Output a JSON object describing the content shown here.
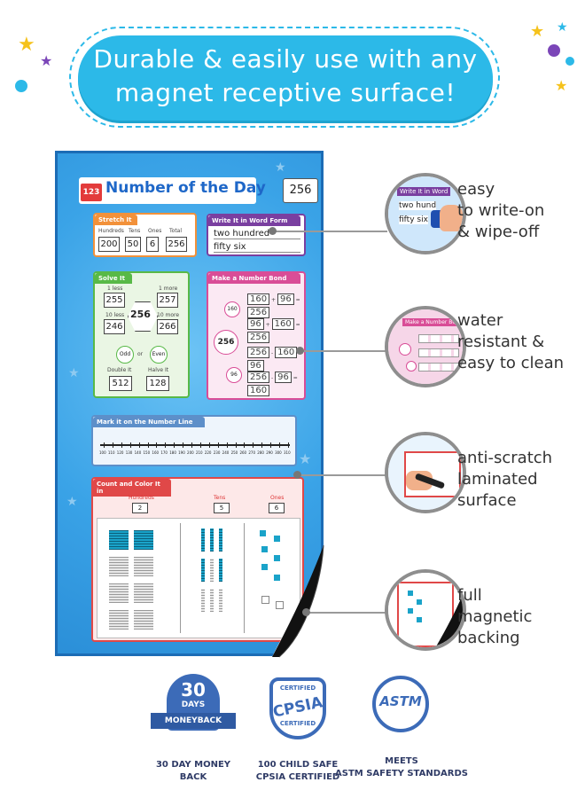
{
  "banner": {
    "line1": "Durable & easily use with any",
    "line2": "magnet receptive surface!"
  },
  "poster": {
    "badge": "123",
    "title": "Number of the Day",
    "number": "256",
    "stretch": {
      "header": "Stretch It",
      "cols": [
        "Hundreds",
        "Tens",
        "Ones",
        "Total"
      ],
      "values": [
        "200",
        "50",
        "6",
        "256"
      ]
    },
    "word_form": {
      "header": "Write It in Word Form",
      "line1": "two hundred",
      "line2": "fifty six"
    },
    "solve": {
      "header": "Solve It",
      "one_less": "1 less",
      "one_more": "1 more",
      "ten_less": "10 less",
      "ten_more": "10 more",
      "v1": "255",
      "v2": "257",
      "v3": "246",
      "v4": "266",
      "center": "256",
      "odd": "Odd",
      "or": "or",
      "even": "Even",
      "double_label": "Double It",
      "halve_label": "Halve It",
      "double": "512",
      "halve": "128"
    },
    "bond": {
      "header": "Make a Number Bond",
      "center": "256",
      "n160": "160",
      "n96": "96",
      "rows": [
        [
          "160",
          "+",
          "96",
          "=",
          "256"
        ],
        [
          "96",
          "+",
          "160",
          "=",
          "256"
        ],
        [
          "256",
          "-",
          "160",
          "=",
          "96"
        ],
        [
          "256",
          "-",
          "96",
          "=",
          "160"
        ]
      ]
    },
    "number_line": {
      "header": "Mark it on the Number Line",
      "ticks": [
        "100",
        "110",
        "120",
        "130",
        "140",
        "150",
        "160",
        "170",
        "180",
        "190",
        "200",
        "210",
        "220",
        "230",
        "240",
        "250",
        "260",
        "270",
        "280",
        "290",
        "300",
        "310"
      ]
    },
    "count": {
      "header": "Count and Color It in",
      "hundreds_label": "Hundreds",
      "tens_label": "Tens",
      "ones_label": "Ones",
      "hundreds": "2",
      "tens": "5",
      "ones": "6"
    }
  },
  "features": [
    {
      "line1": "easy",
      "line2": "to write-on",
      "line3": "& wipe-off"
    },
    {
      "line1": "water",
      "line2": "resistant &",
      "line3": "easy to clean"
    },
    {
      "line1": "anti-scratch",
      "line2": "laminated",
      "line3": "surface"
    },
    {
      "line1": "full",
      "line2": "magnetic",
      "line3": "backing"
    }
  ],
  "circle_texts": {
    "c1_head": "Write It in Word",
    "c1_l1": "two hund",
    "c1_l2": "fifty six",
    "c2_head": "Make a Number Bond"
  },
  "badges": {
    "days_num": "30",
    "days_word": "DAYS",
    "moneyback": "MONEYBACK",
    "cpsia_top": "CERTIFIED",
    "cpsia_mid": "CPSIA",
    "cpsia_bot": "CERTIFIED",
    "astm": "ASTM",
    "cap1_l1": "30 DAY MONEY",
    "cap1_l2": "BACK",
    "cap2_l1": "100 CHILD SAFE",
    "cap2_l2": "CPSIA CERTIFIED",
    "cap3_l1": "MEETS",
    "cap3_l2": "ASTM SAFETY STANDARDS"
  },
  "colors": {
    "banner": "#2cb9e8",
    "poster_blue": "#2f97e0",
    "orange": "#f2913a",
    "purple": "#7a3fa0",
    "green": "#58b947",
    "pink": "#d94d97",
    "red": "#e04848",
    "badge_blue": "#3c6bb8"
  }
}
